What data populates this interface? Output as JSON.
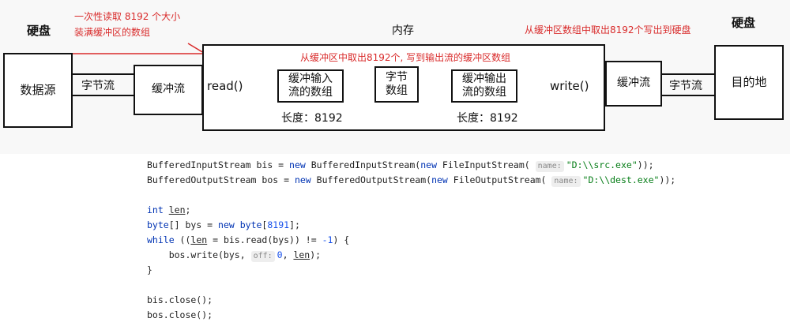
{
  "diagram": {
    "left_disk": "硬盘",
    "right_disk": "硬盘",
    "data_source": "数据源",
    "byte_stream_left": "字节流",
    "buffer_stream_left": "缓冲流",
    "memory": "内存",
    "read": "read()",
    "input_buffer_line1": "缓冲输入",
    "input_buffer_line2": "流的数组",
    "byte_array_line1": "字节",
    "byte_array_line2": "数组",
    "output_buffer_line1": "缓冲输出",
    "output_buffer_line2": "流的数组",
    "write": "write()",
    "buffer_stream_right": "缓冲流",
    "byte_stream_right": "字节流",
    "destination": "目的地",
    "length_left": "长度：8192",
    "length_right": "长度：8192"
  },
  "annotations": {
    "read_note_line1": "一次性读取 8192 个大小",
    "read_note_line2": "装满缓冲区的数组",
    "write_note": "从缓冲区数组中取出8192个写出到硬盘",
    "transfer_note": "从缓冲区中取出8192个, 写到输出流的缓冲区数组"
  },
  "code": {
    "l1_type": "BufferedInputStream",
    "l1_var": " bis = ",
    "l1_new1": "new",
    "l1_ctor": " BufferedInputStream(",
    "l1_new2": "new",
    "l1_ctor2": " FileInputStream(",
    "l1_hint": "name:",
    "l1_str": "\"D:\\\\src.exe\"",
    "l1_end": "));",
    "l2_type": "BufferedOutputStream",
    "l2_var": " bos = ",
    "l2_new1": "new",
    "l2_ctor": " BufferedOutputStream(",
    "l2_new2": "new",
    "l2_ctor2": " FileOutputStream(",
    "l2_hint": "name:",
    "l2_str": "\"D:\\\\dest.exe\"",
    "l2_end": "));",
    "l3_kw": "int",
    "l3_var": "len",
    "l3_end": ";",
    "l4_a": "byte",
    "l4_b": "[] bys = ",
    "l4_new": "new",
    "l4_type": " byte",
    "l4_open": "[",
    "l4_num": "8191",
    "l4_close": "];",
    "l5_kw": "while",
    "l5_a": " ((",
    "l5_var": "len",
    "l5_b": " = bis.read(bys)) != ",
    "l5_num": "-1",
    "l5_c": ") {",
    "l6_a": "    bos.write(bys, ",
    "l6_hint": "off:",
    "l6_num": "0",
    "l6_b": ", ",
    "l6_var": "len",
    "l6_c": ");",
    "l7": "}",
    "l8": "bis.close();",
    "l9": "bos.close();"
  }
}
